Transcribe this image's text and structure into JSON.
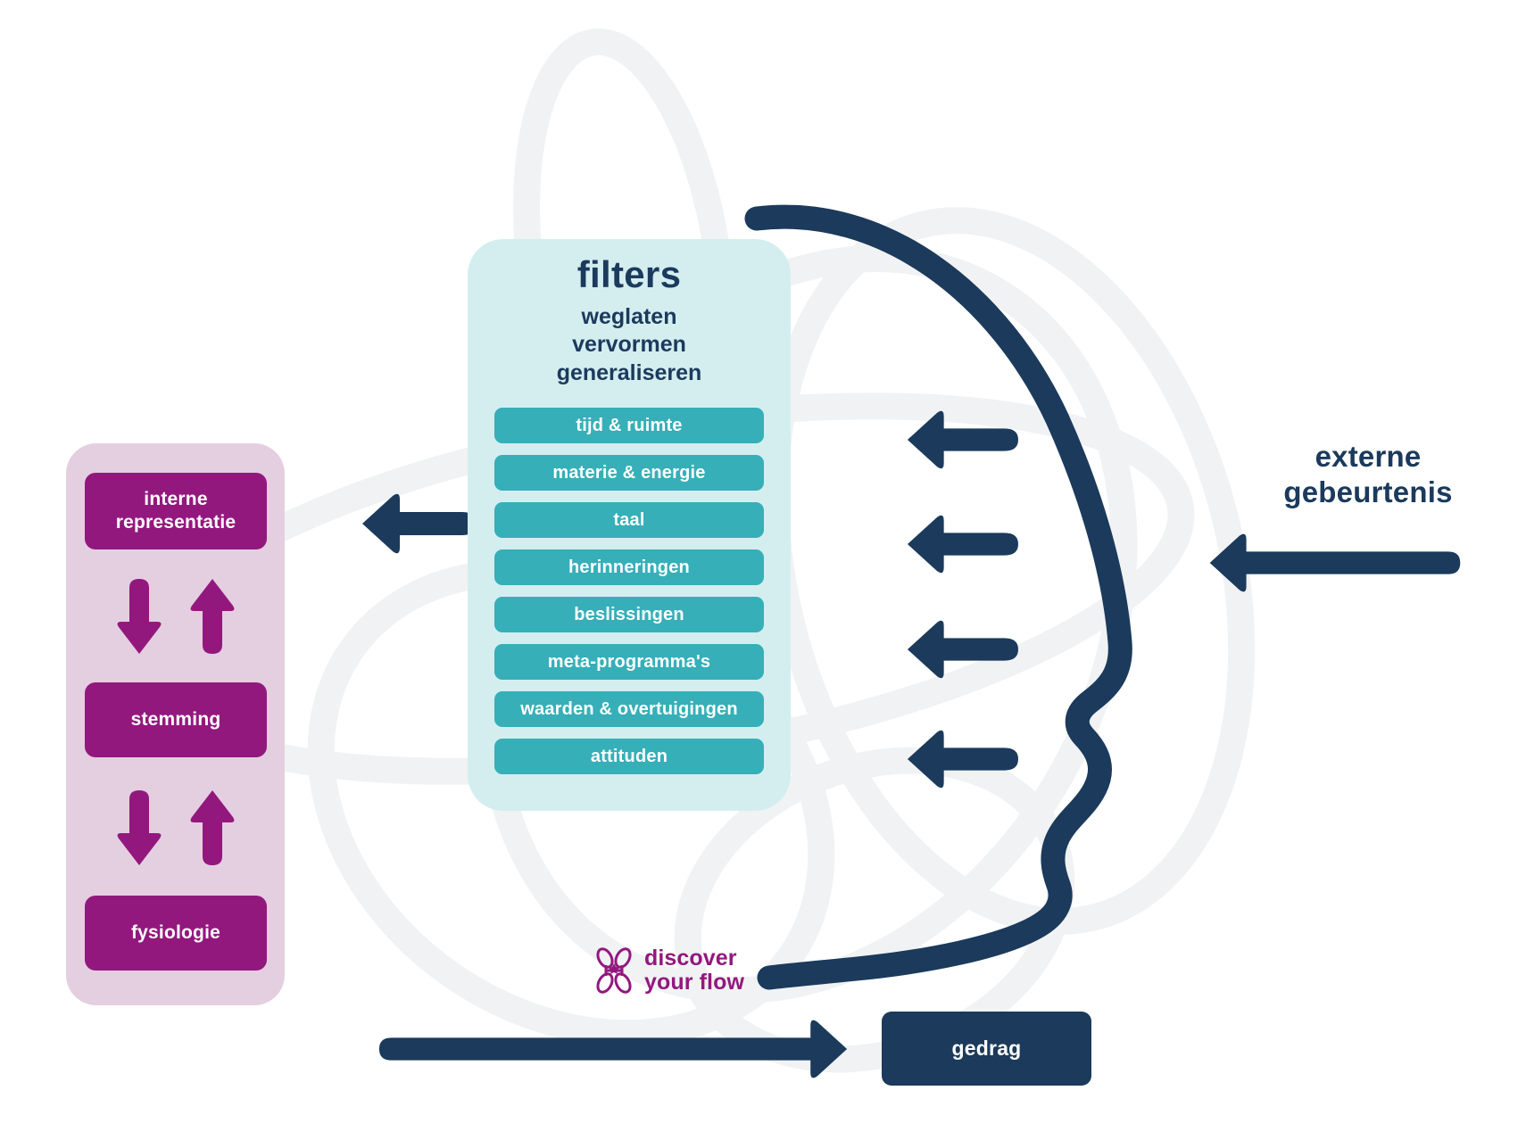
{
  "colors": {
    "navy": "#1b3a5c",
    "teal_chip": "#36afb8",
    "teal_card": "#d4eef0",
    "purple_box": "#93187e",
    "purple_panel": "#e4cfe0",
    "bg_decor": "#f1f2f4",
    "white": "#ffffff"
  },
  "filters_card": {
    "title": "filters",
    "subtitle_lines": [
      "weglaten",
      "vervormen",
      "generaliseren"
    ],
    "chips": [
      "tijd & ruimte",
      "materie & energie",
      "taal",
      "herinneringen",
      "beslissingen",
      "meta-programma's",
      "waarden & overtuigingen",
      "attituden"
    ]
  },
  "internal_panel": {
    "boxes": [
      "interne representatie",
      "stemming",
      "fysiologie"
    ],
    "interne_line1": "interne",
    "interne_line2": "representatie",
    "arrow_down_icon": "arrow-down-icon",
    "arrow_up_icon": "arrow-up-icon"
  },
  "external_event": {
    "line1": "externe",
    "line2": "gebeurtenis"
  },
  "behavior": {
    "label": "gedrag"
  },
  "logo": {
    "line1": "discover",
    "line2": "your flow",
    "mark": "flower-icon"
  },
  "arrows": {
    "to_internal": "arrow-left-icon",
    "into_face": "arrow-left-icon",
    "external_in": "arrow-left-icon",
    "to_behavior": "arrow-right-icon"
  }
}
